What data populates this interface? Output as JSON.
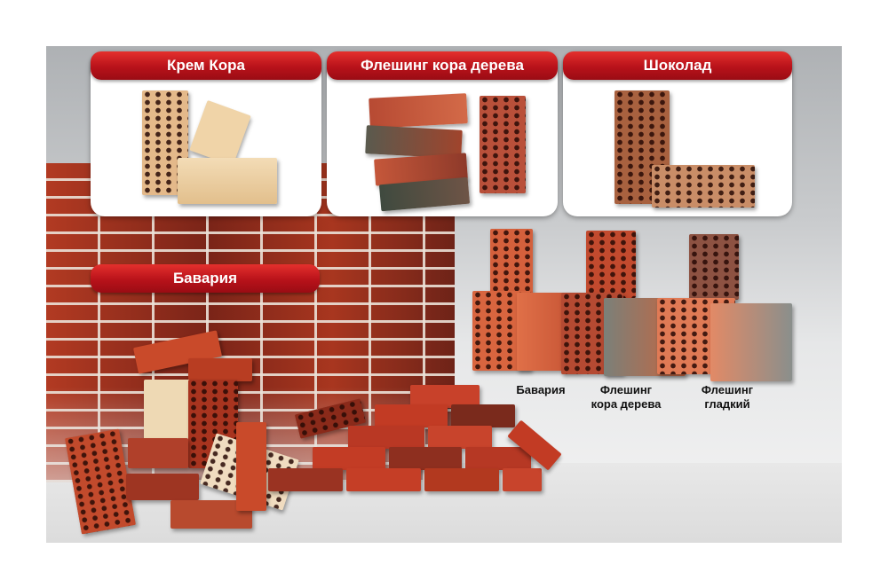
{
  "categories": {
    "krem_kora": "Крем Кора",
    "fleshing_kora": "Флешинг кора дерева",
    "shokolad": "Шоколад",
    "bavaria": "Бавария"
  },
  "variants": {
    "bavaria": "Бавария",
    "fleshing_kora": "Флешинг кора дерева",
    "fleshing_gladkiy": "Флешинг гладкий"
  }
}
